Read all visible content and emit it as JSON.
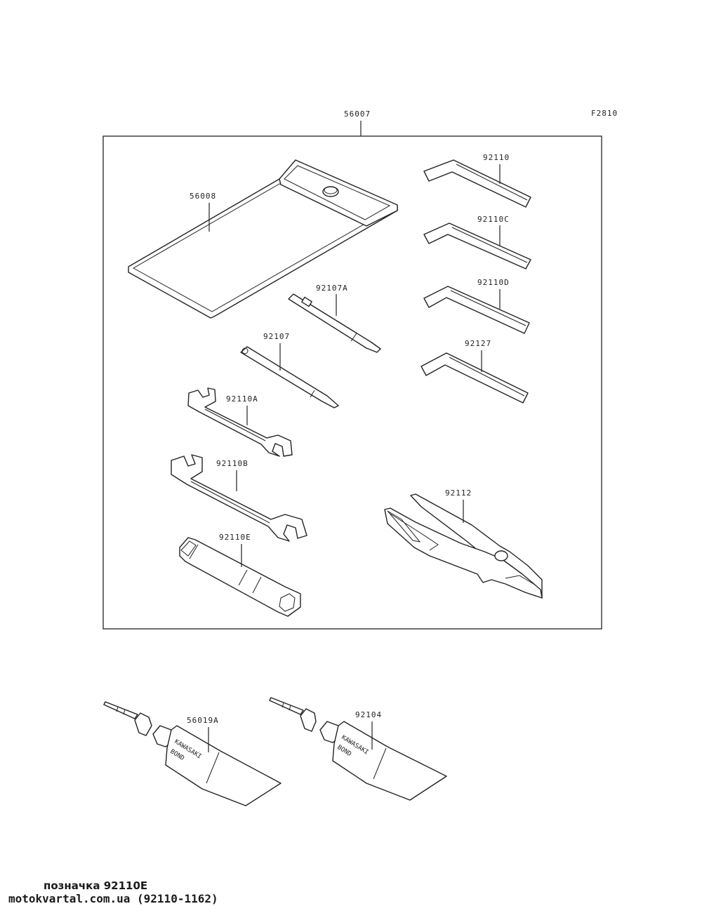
{
  "diagram_code": "F2810",
  "kit_label": "56007",
  "parts": {
    "case": "56008",
    "hex_key_1": "92110",
    "hex_key_2": "92110C",
    "hex_key_3": "92110D",
    "hex_key_4": "92127",
    "screwdriver_bit": "92107A",
    "screwdriver_handle": "92107",
    "wrench_small": "92110A",
    "wrench_large": "92110B",
    "box_wrench": "92110E",
    "pliers": "92112",
    "bond_a": "56019A",
    "bond_b": "92104"
  },
  "tube_text": {
    "brand": "KAWASAKI",
    "product": "BOND"
  },
  "footer": {
    "line1": "позначка 92110E",
    "line2": "motokvartal.com.ua (92110-1162)"
  }
}
